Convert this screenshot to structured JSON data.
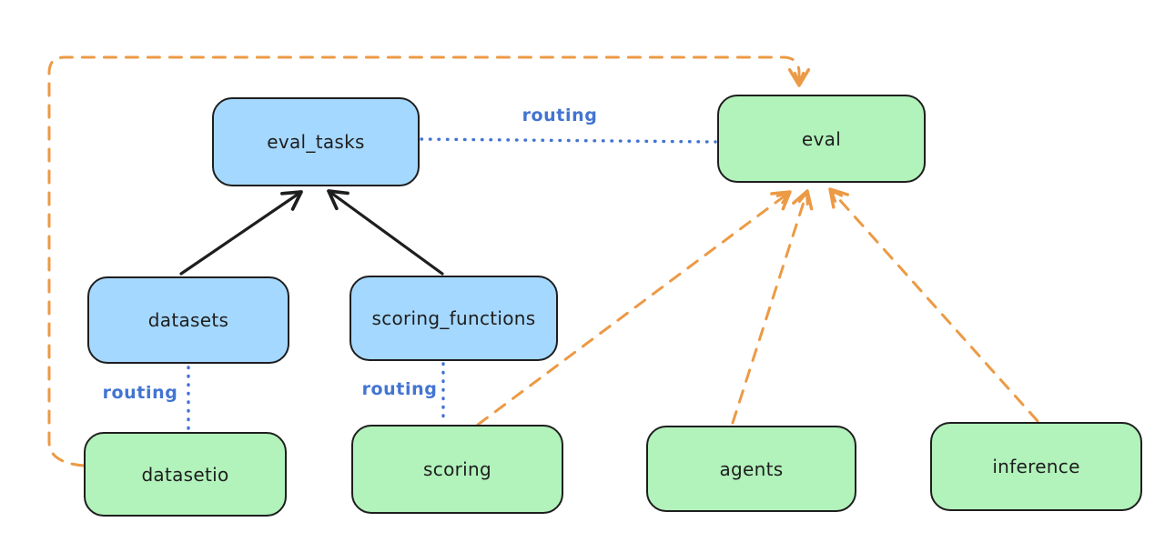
{
  "nodes": {
    "eval_tasks": {
      "label": "eval_tasks",
      "kind": "blue"
    },
    "eval": {
      "label": "eval",
      "kind": "green"
    },
    "datasets": {
      "label": "datasets",
      "kind": "blue"
    },
    "scoring_functions": {
      "label": "scoring_functions",
      "kind": "blue"
    },
    "datasetio": {
      "label": "datasetio",
      "kind": "green"
    },
    "scoring": {
      "label": "scoring",
      "kind": "green"
    },
    "agents": {
      "label": "agents",
      "kind": "green"
    },
    "inference": {
      "label": "inference",
      "kind": "green"
    }
  },
  "edge_labels": {
    "eval_tasks_to_eval": "routing",
    "datasets_to_datasetio": "routing",
    "scoring_functions_to_scoring": "routing"
  },
  "colors": {
    "background": "#ffffff",
    "node_stroke": "#1e1e1e",
    "blue_node_fill": "#a5d8ff",
    "green_node_fill": "#b2f2bb",
    "routing_blue": "#4274d2",
    "orange_dashed": "#ec9a45",
    "black_arrow": "#1e1e1e"
  }
}
